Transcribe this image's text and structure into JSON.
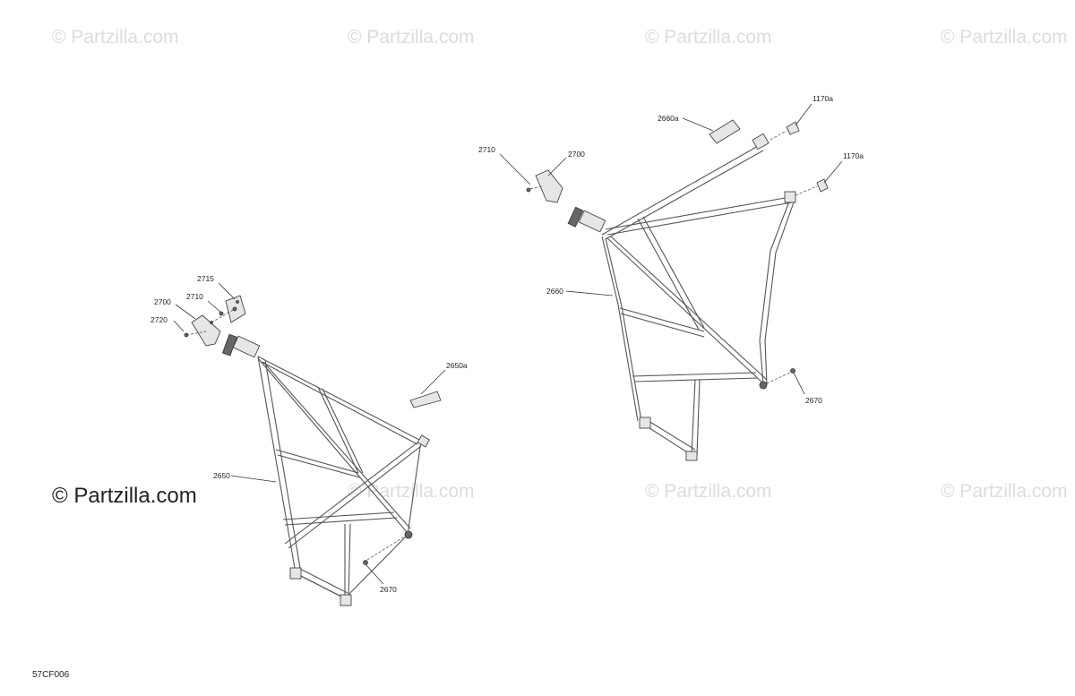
{
  "watermark": {
    "text": "© Partzilla.com",
    "main_text": "© Partzilla.com"
  },
  "drawing_code": "57CF006",
  "callouts": {
    "left_net": "2650",
    "left_strap": "2650a",
    "left_plate": "2715",
    "left_screw": "2710",
    "left_bracket": "2700",
    "left_nut": "2720",
    "left_fastener": "2670",
    "right_net": "2660",
    "right_strap": "2660a",
    "right_clip_top": "1170a",
    "right_clip_mid": "1170a",
    "right_screw": "2710",
    "right_bracket": "2700",
    "right_fastener": "2670"
  }
}
